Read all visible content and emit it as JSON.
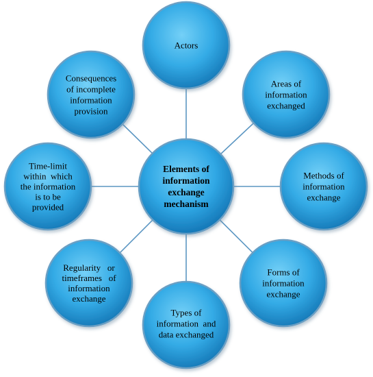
{
  "center": {
    "lines": [
      "Elements of",
      "information",
      "exchange",
      "mechanism"
    ]
  },
  "nodes": [
    {
      "id": "actors",
      "lines": [
        "Actors"
      ]
    },
    {
      "id": "areas",
      "lines": [
        "Areas of",
        "information",
        "exchanged"
      ]
    },
    {
      "id": "methods",
      "lines": [
        "Methods of",
        "information",
        "exchange"
      ]
    },
    {
      "id": "forms",
      "lines": [
        "Forms of",
        "information",
        "exchange"
      ]
    },
    {
      "id": "types",
      "lines": [
        "Types of",
        "information  and",
        "data exchanged"
      ]
    },
    {
      "id": "regularity",
      "lines": [
        "Regularity   or",
        "timeframes   of",
        "information",
        "exchange"
      ]
    },
    {
      "id": "time-limit",
      "lines": [
        "Time-limit",
        "within  which",
        "the information",
        "is to be",
        "provided"
      ]
    },
    {
      "id": "consequences",
      "lines": [
        "Consequences",
        "of incomplete",
        "information",
        "provision"
      ]
    }
  ],
  "colors": {
    "node_fill_light": "#6ccbf5",
    "node_fill_mid": "#2ea6e4",
    "node_fill_dark": "#1279b8",
    "node_border": "#6a9fc4",
    "connector": "#5b96c2"
  }
}
